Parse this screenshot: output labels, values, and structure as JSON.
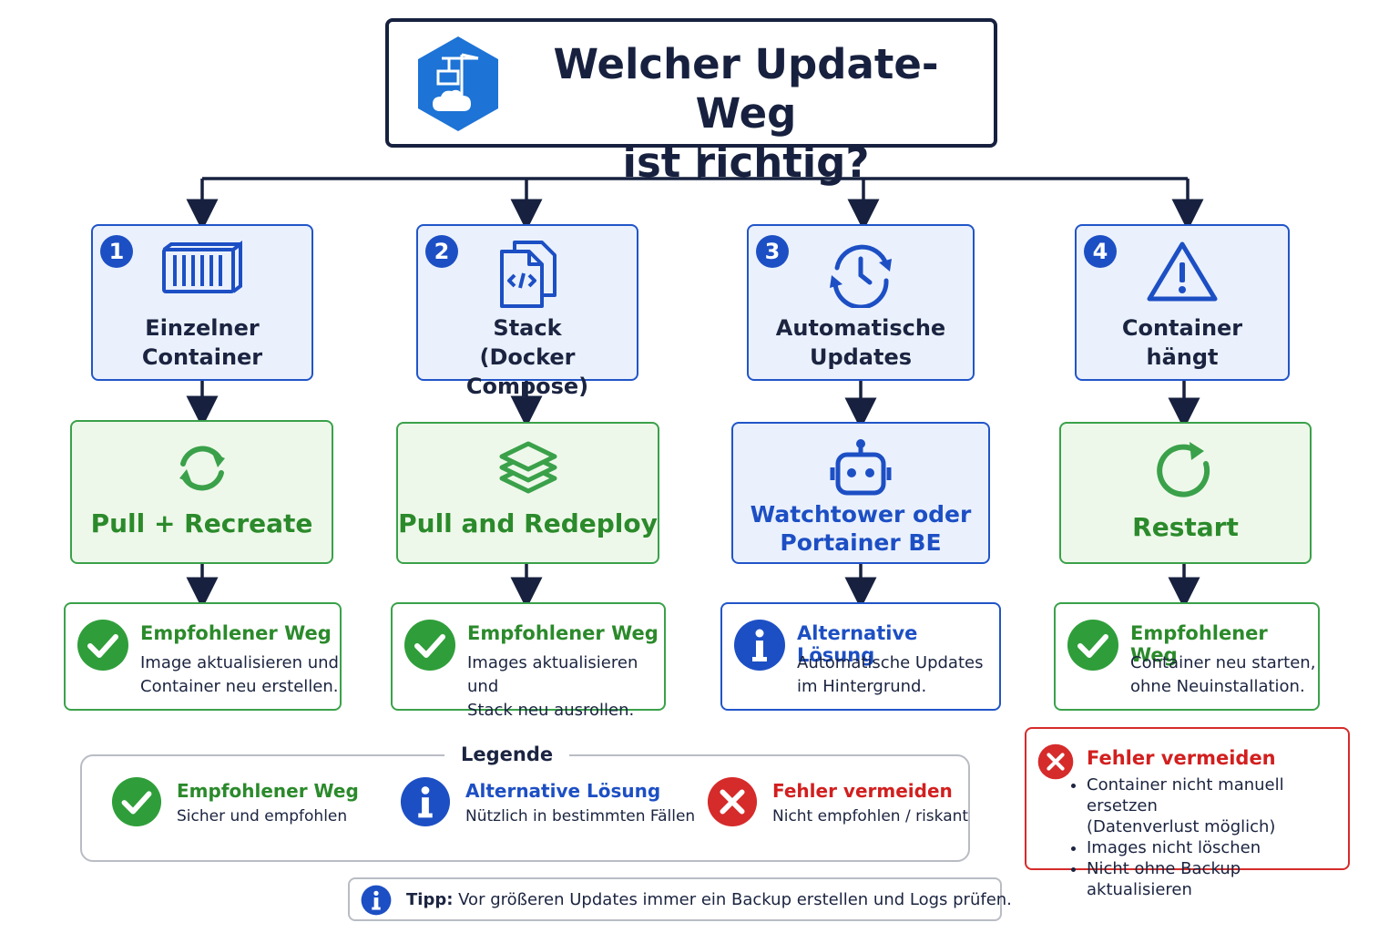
{
  "title": {
    "line1": "Welcher Update-Weg",
    "line2": "ist richtig?"
  },
  "colors": {
    "navy": "#17213f",
    "blue": "#1d4fc4",
    "green": "#2b8a2b",
    "red": "#d21f1f"
  },
  "columns": [
    {
      "number": "1",
      "icon": "shipping-container-icon",
      "category": [
        "Einzelner",
        "Container"
      ],
      "action_icon": "sync-arrows-icon",
      "action": "Pull + Recreate",
      "result": {
        "type": "recommended",
        "title": "Empfohlener Weg",
        "lines": [
          "Image aktualisieren und",
          "Container neu erstellen."
        ]
      }
    },
    {
      "number": "2",
      "icon": "code-files-icon",
      "category": [
        "Stack",
        "(Docker Compose)"
      ],
      "action_icon": "layers-icon",
      "action": "Pull and Redeploy",
      "result": {
        "type": "recommended",
        "title": "Empfohlener Weg",
        "lines": [
          "Images aktualisieren und",
          "Stack neu ausrollen."
        ]
      }
    },
    {
      "number": "3",
      "icon": "clock-cycle-icon",
      "category": [
        "Automatische",
        "Updates"
      ],
      "action_icon": "robot-icon",
      "action": [
        "Watchtower oder",
        "Portainer BE"
      ],
      "result": {
        "type": "alternative",
        "title": "Alternative Lösung",
        "lines": [
          "Automatische Updates",
          "im Hintergrund."
        ]
      }
    },
    {
      "number": "4",
      "icon": "warning-icon",
      "category": [
        "Container",
        "hängt"
      ],
      "action_icon": "restart-icon",
      "action": "Restart",
      "result": {
        "type": "recommended",
        "title": "Empfohlener Weg",
        "lines": [
          "Container neu starten,",
          "ohne Neuinstallation."
        ]
      }
    }
  ],
  "legend": {
    "title": "Legende",
    "items": [
      {
        "title": "Empfohlener Weg",
        "desc": "Sicher und empfohlen"
      },
      {
        "title": "Alternative Lösung",
        "desc": "Nützlich in bestimmten Fällen"
      },
      {
        "title": "Fehler vermeiden",
        "desc": "Nicht empfohlen / riskant"
      }
    ]
  },
  "errors": {
    "title": "Fehler vermeiden",
    "items": [
      "Container nicht manuell ersetzen",
      "(Datenverlust möglich)",
      "Images nicht löschen",
      "Nicht ohne Backup aktualisieren"
    ]
  },
  "tip": {
    "label": "Tipp:",
    "text": " Vor größeren Updates immer ein Backup erstellen und Logs prüfen."
  }
}
